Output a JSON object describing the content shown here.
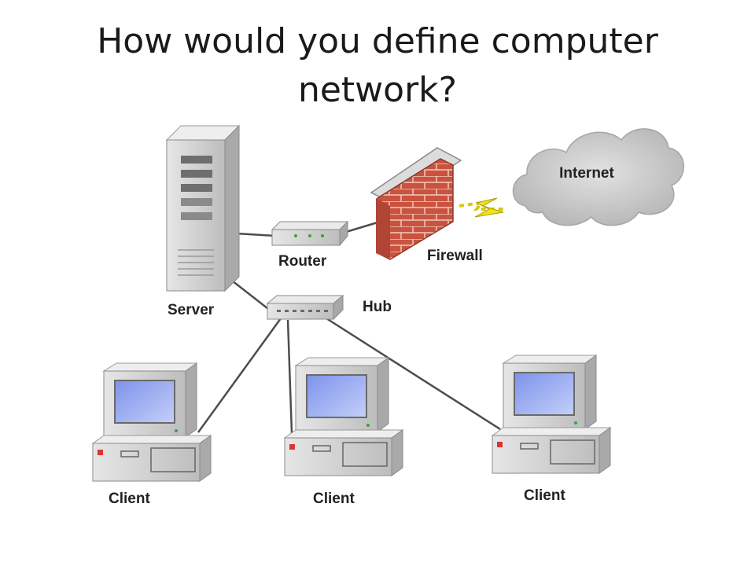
{
  "slide": {
    "title_line1": "How would you define computer",
    "title_line2": "network?"
  },
  "diagram": {
    "labels": {
      "internet": "Internet",
      "firewall": "Firewall",
      "router": "Router",
      "server": "Server",
      "hub": "Hub",
      "client_1": "Client",
      "client_2": "Client",
      "client_3": "Client"
    },
    "colors": {
      "device_body": "#d4d4d4",
      "screen": "#8fa6f0",
      "brick": "#c9533f",
      "cloud": "#c8c8c8",
      "lightning": "#f2e21a"
    }
  }
}
